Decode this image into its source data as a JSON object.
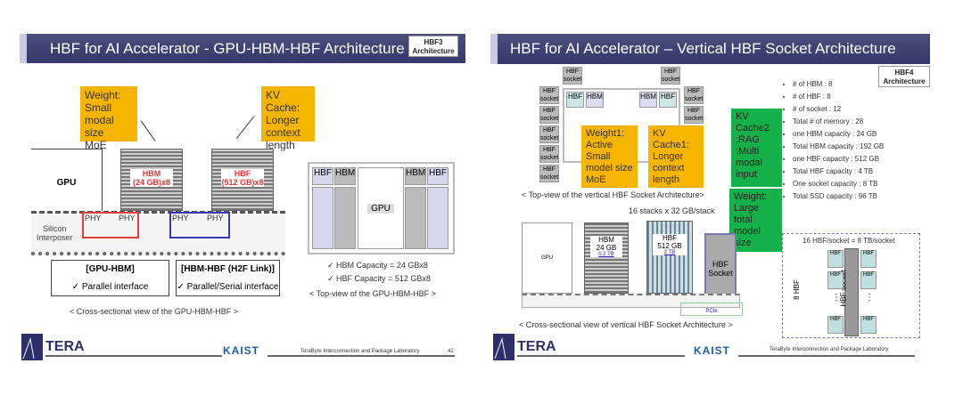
{
  "left": {
    "title": "HBF for AI Accelerator - GPU-HBM-HBF Architecture",
    "badge": [
      "HBF3",
      "Architecture"
    ],
    "weight_note": [
      "Weight:",
      "Small",
      "modal size",
      "MoE"
    ],
    "kv_note": [
      "KV Cache:",
      "Longer",
      "context",
      "length"
    ],
    "gpu": "GPU",
    "hbm_chip": [
      "HBM",
      "(24 GB)x8"
    ],
    "hbf_chip": [
      "HBF",
      "(512 GB)x8"
    ],
    "phy": "PHY",
    "interposer": [
      "Silicon",
      "Interposer"
    ],
    "gpu_hbm": {
      "title": "[GPU-HBM]",
      "item": "✓ Parallel interface"
    },
    "hbm_hbf": {
      "title": "[HBM-HBF (H2F Link)]",
      "item": "✓ Parallel/Serial interface"
    },
    "cross_caption": "< Cross-sectional view of the GPU-HBM-HBF >",
    "top_labels": {
      "hbf": "HBF",
      "hbm": "HBM",
      "gpu": "GPU"
    },
    "capacities": [
      "✓  HBM Capacity = 24 GBx8",
      "✓  HBF Capacity = 512 GBx8"
    ],
    "top_caption": "< Top-view of the GPU-HBM-HBF >",
    "footer": {
      "logo": "TERA",
      "kaist": "KAIST",
      "lab": "TeraByte Interconnection and Package Laboratory",
      "page": "42"
    }
  },
  "right": {
    "title": "HBF for AI Accelerator – Vertical HBF Socket Architecture",
    "badge": [
      "HBF4",
      "Architecture"
    ],
    "socket": [
      "HBF",
      "socket"
    ],
    "top_labels": {
      "hbf": "HBF",
      "hbm": "HBM"
    },
    "weight1": [
      "Weight1:",
      "Active",
      "Small",
      "model size",
      "MoE"
    ],
    "kv1": [
      "KV",
      "Cache1:",
      "Longer",
      "context",
      "length"
    ],
    "kv2": [
      "KV",
      "Cache2",
      ":RAG",
      ":Multi",
      "modal",
      "input"
    ],
    "weight2": [
      "Weight:",
      "Large total",
      "model size"
    ],
    "bullets": [
      "# of HBM : 8",
      "# of HBF : 8",
      "# of socket : 12",
      "Total # of memory : 28",
      "one HBM capacity : 24 GB",
      "Total HBM capacity : 192 GB",
      "one HBF capacity : 512 GB",
      "Total HBF capacity : 4 TB",
      "One socket capacity : 8 TB",
      "Total SSD capacity : 96 TB"
    ],
    "top_caption": "< Top-view of the vertical HBF Socket Architecture>",
    "stacks": "16 stacks x 32 GB/stack",
    "gpu": "GPU",
    "hbm_chip": [
      "HBM",
      "24 GB",
      "0.2 TB"
    ],
    "hbf_chip": [
      "HBF",
      "512 GB",
      "2 TB"
    ],
    "hbf_socket": [
      "HBF",
      "Socket"
    ],
    "pcie": "PCIe",
    "detail_title": "16 HBF/socket = 8 TB/socket",
    "detail_side": "8 HBF",
    "detail_center": "HBF socket",
    "detail_hbf": "HBF",
    "ellipsis": "⋮",
    "cross_caption": "< Cross-sectional view of vertical HBF Socket Architecture >",
    "footer": {
      "logo": "TERA",
      "kaist": "KAIST",
      "lab": "TeraByte Interconnection and Package Laboratory"
    }
  }
}
